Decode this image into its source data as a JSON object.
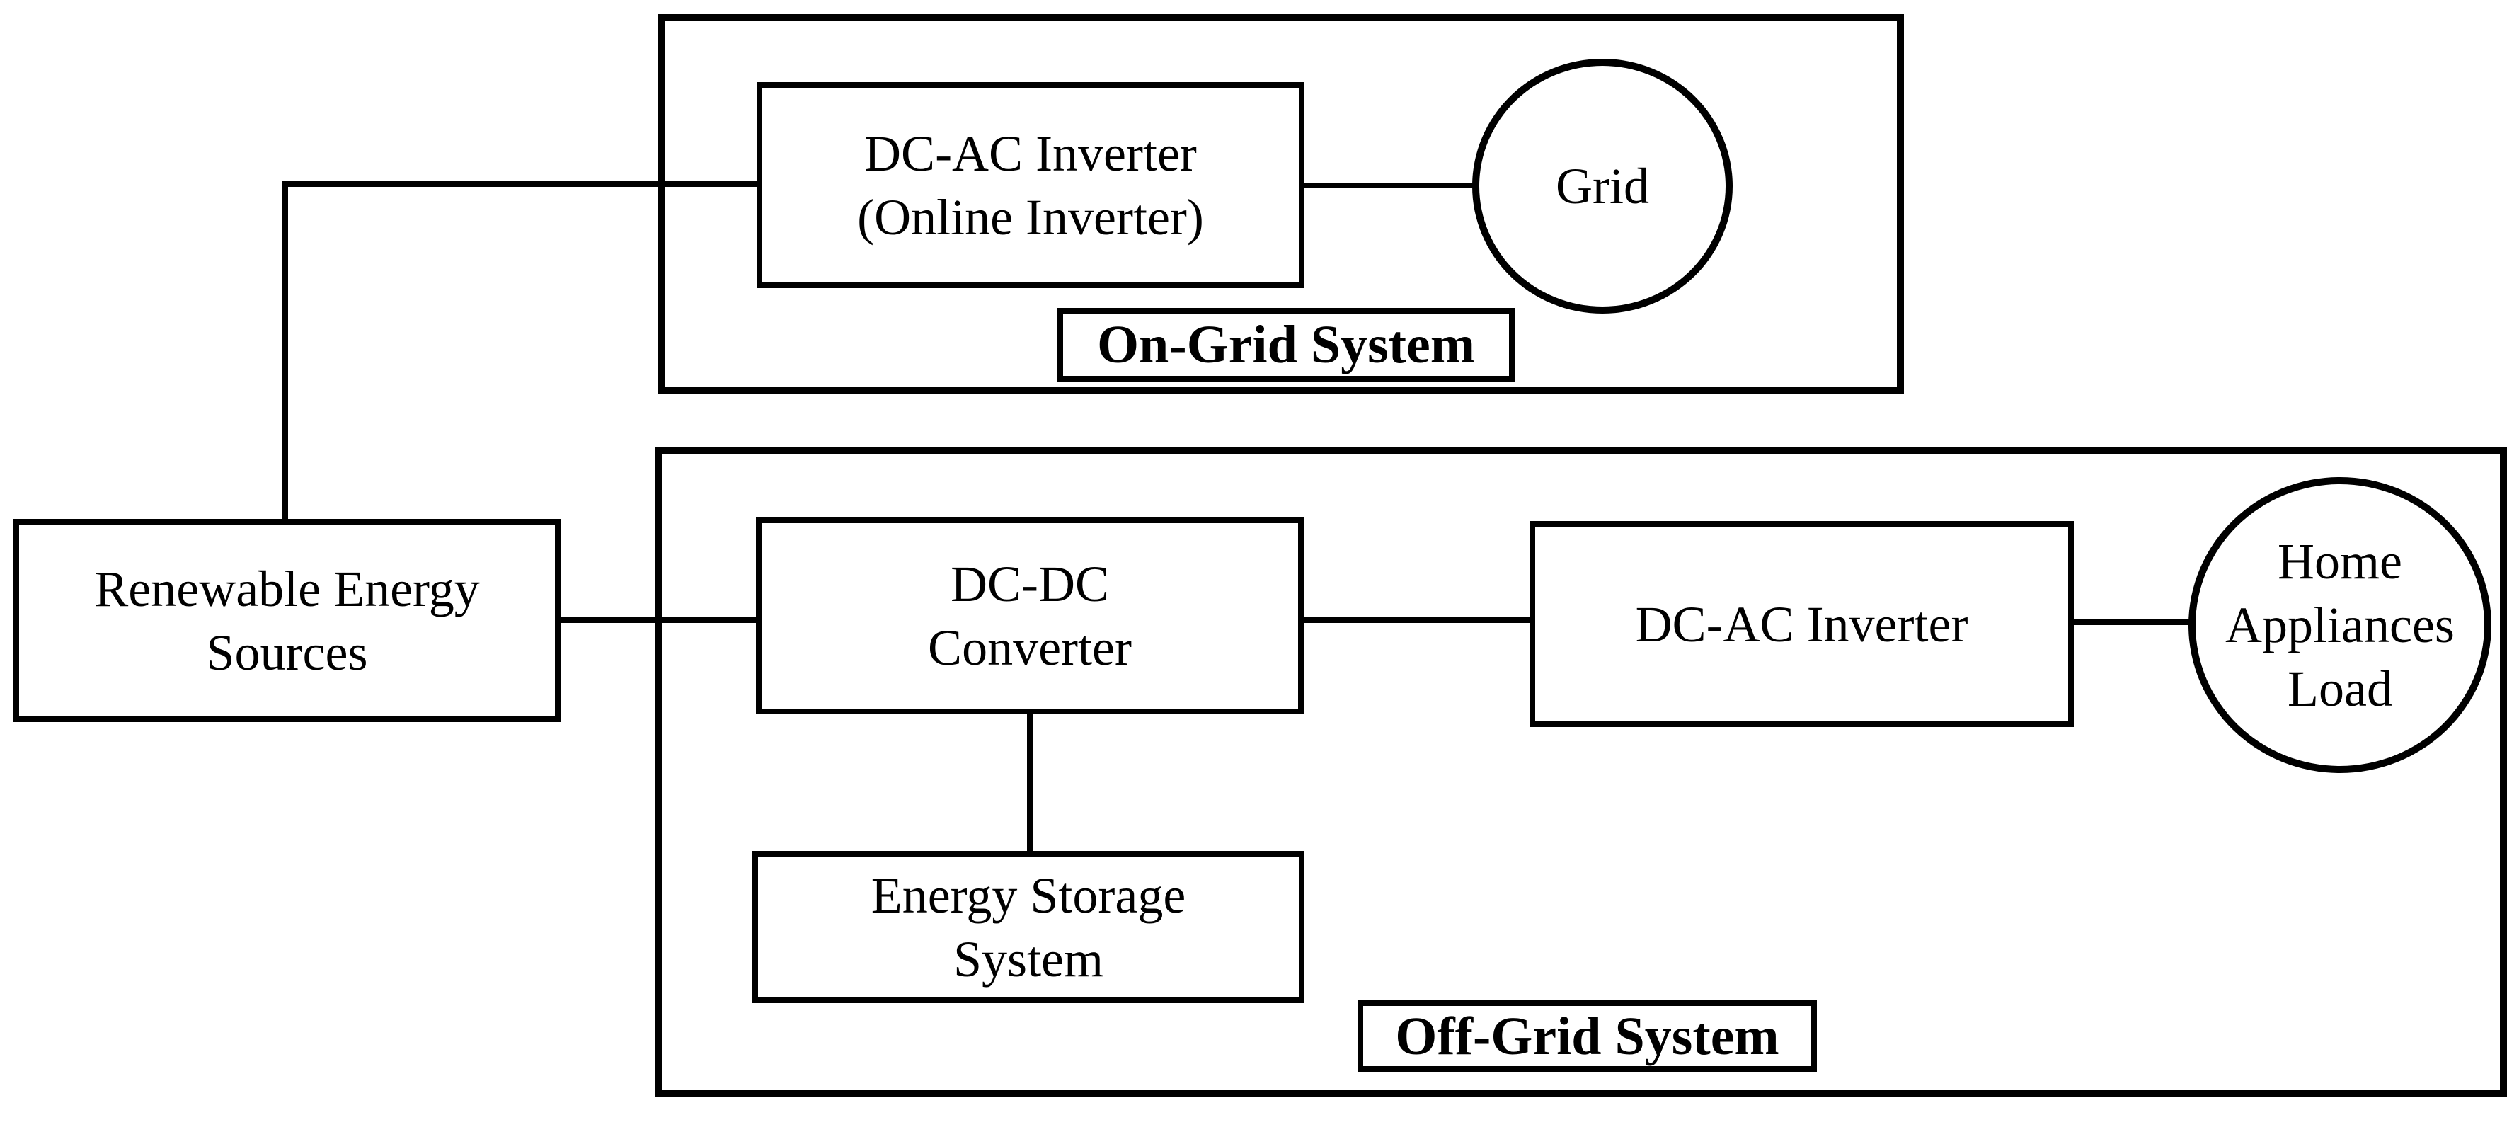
{
  "figure": {
    "background": "#ffffff",
    "stroke_color": "#000000",
    "text_color": "#000000"
  },
  "nodes": {
    "res": {
      "label": "Renewable Energy\nSources",
      "shape": "rect"
    },
    "online_inverter": {
      "label": "DC-AC Inverter\n(Online Inverter)",
      "shape": "rect"
    },
    "grid": {
      "label": "Grid",
      "shape": "circle"
    },
    "dcdc": {
      "label": "DC-DC\nConverter",
      "shape": "rect"
    },
    "offgrid_inverter": {
      "label": "DC-AC Inverter",
      "shape": "rect"
    },
    "load": {
      "label": "Home\nAppliances\nLoad",
      "shape": "circle"
    },
    "ess": {
      "label": "Energy Storage\nSystem",
      "shape": "rect"
    }
  },
  "groups": {
    "on_grid": {
      "label": "On-Grid System"
    },
    "off_grid": {
      "label": "Off-Grid System"
    }
  },
  "connections": [
    {
      "from": "res",
      "to": "online_inverter"
    },
    {
      "from": "online_inverter",
      "to": "grid"
    },
    {
      "from": "res",
      "to": "dcdc"
    },
    {
      "from": "dcdc",
      "to": "offgrid_inverter"
    },
    {
      "from": "offgrid_inverter",
      "to": "load"
    },
    {
      "from": "dcdc",
      "to": "ess"
    }
  ]
}
